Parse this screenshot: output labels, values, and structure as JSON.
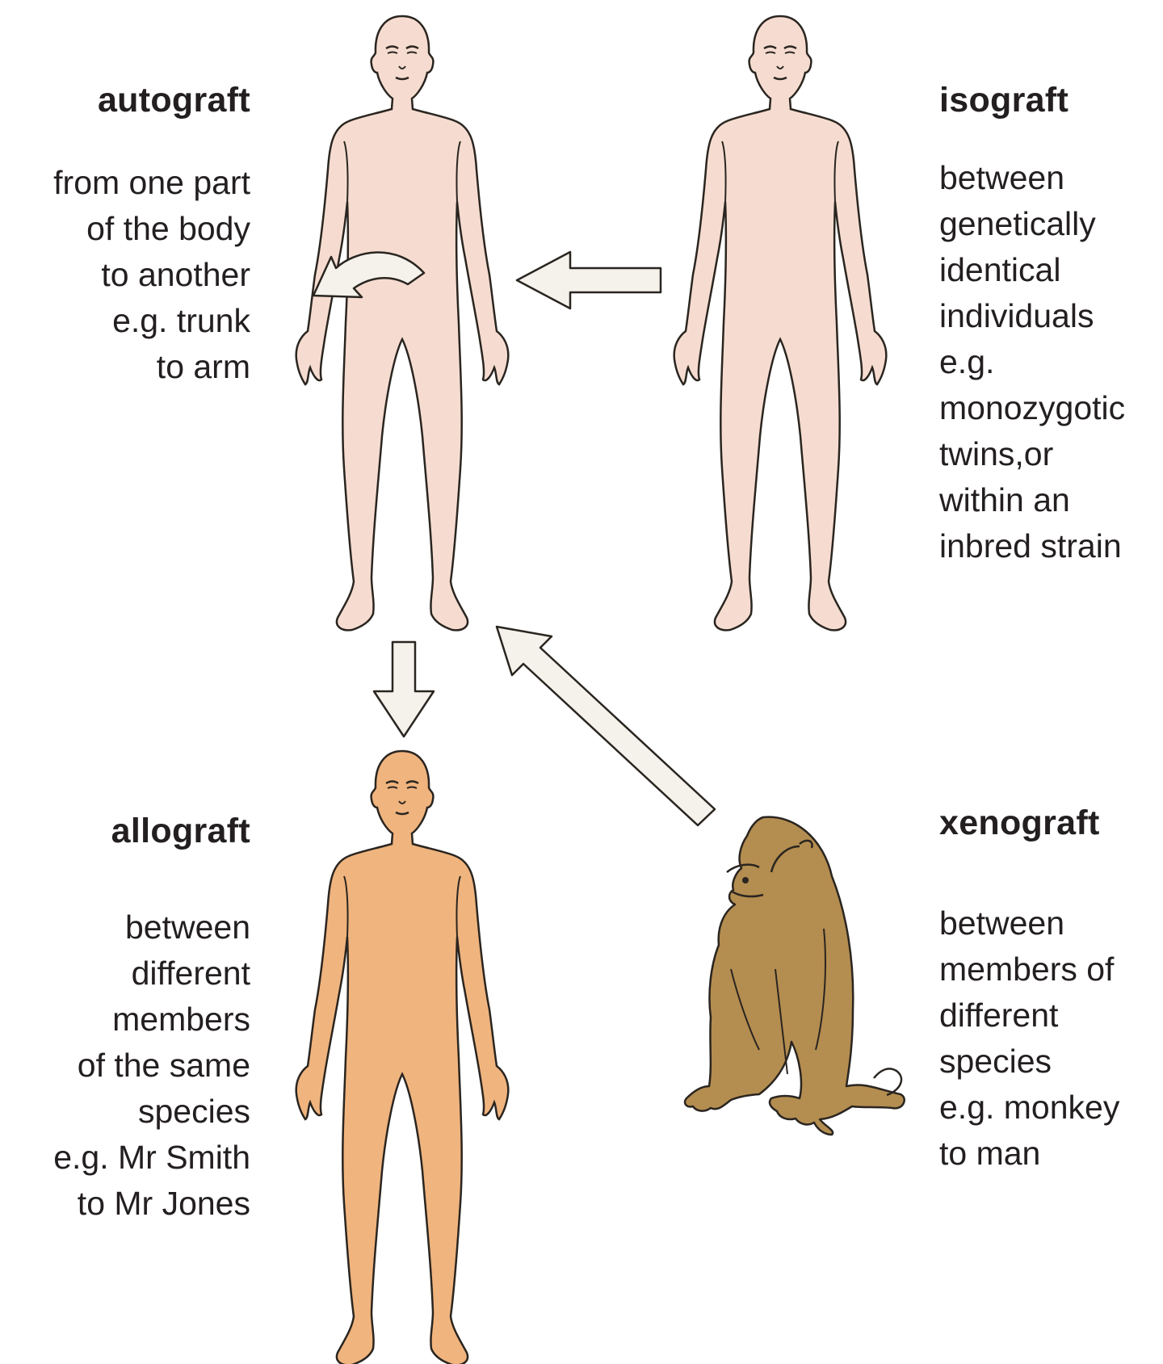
{
  "colors": {
    "human_light": "#f6dcd0",
    "human_tan": "#f0b47e",
    "monkey": "#b48d50",
    "arrow_fill": "#f4f2ea",
    "outline": "#2a2520",
    "text": "#231f20"
  },
  "grafts": {
    "autograft": {
      "title": "autograft",
      "lines": [
        "from one part",
        "of the body",
        "to another",
        "e.g. trunk",
        "to arm"
      ]
    },
    "isograft": {
      "title": "isograft",
      "lines": [
        "between",
        "genetically",
        "identical",
        "individuals",
        "e.g.",
        "monozygotic",
        "twins,or",
        "within an",
        "inbred strain"
      ]
    },
    "allograft": {
      "title": "allograft",
      "lines": [
        "between",
        "different",
        "members",
        "of the same",
        "species",
        "e.g. Mr Smith",
        "to Mr Jones"
      ]
    },
    "xenograft": {
      "title": "xenograft",
      "lines": [
        "between",
        "members of",
        "different",
        "species",
        "e.g. monkey",
        "to man"
      ]
    }
  }
}
